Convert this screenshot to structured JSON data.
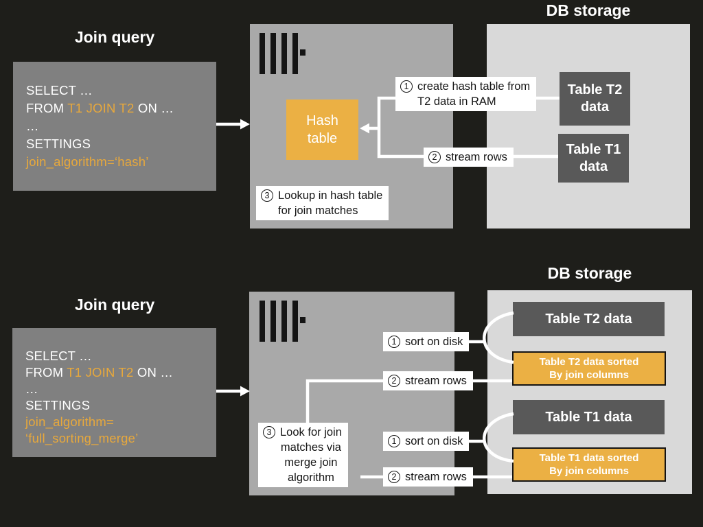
{
  "colors": {
    "background": "#1E1E1A",
    "query_box": "#808080",
    "server_box": "#A9A9A9",
    "db_storage_box": "#D9D9D9",
    "table_box": "#595959",
    "accent_orange": "#EBB044",
    "sql_accent": "#E7A83C",
    "connector": "#FFFFFF"
  },
  "icons": {
    "server_logo": "clickhouse-logo-icon"
  },
  "top": {
    "query_title": "Join query",
    "query": {
      "l1": "SELECT …",
      "l2pre": "FROM ",
      "l2acc": "T1 JOIN T2",
      "l2post": " ON …",
      "l3": "…",
      "l4": "SETTINGS",
      "l5": "join_algorithm=‘hash’"
    },
    "hash_table": {
      "line1": "Hash",
      "line2": "table"
    },
    "steps": {
      "create_hash": {
        "num": "1",
        "line1": "create hash table from",
        "line2": "T2 data in RAM"
      },
      "stream_rows": {
        "num": "2",
        "text": "stream rows"
      },
      "lookup": {
        "num": "3",
        "line1": "Lookup in hash table",
        "line2": "for join matches"
      }
    },
    "db": {
      "title": "DB storage",
      "t2_line1": "Table T2",
      "t2_line2": "data",
      "t1_line1": "Table T1",
      "t1_line2": "data"
    }
  },
  "bottom": {
    "query_title": "Join query",
    "query": {
      "l1": "SELECT …",
      "l2pre": "FROM ",
      "l2acc": "T1 JOIN T2",
      "l2post": " ON …",
      "l3": "…",
      "l4": "SETTINGS",
      "l5": "join_algorithm=",
      "l6": "‘full_sorting_merge’"
    },
    "steps": {
      "sort_t2": {
        "num": "1",
        "text": "sort on disk"
      },
      "stream_t2": {
        "num": "2",
        "text": "stream rows"
      },
      "merge": {
        "num": "3",
        "line1": "Look for join",
        "line2": "matches via",
        "line3": "merge join",
        "line4": "algorithm"
      },
      "sort_t1": {
        "num": "1",
        "text": "sort on disk"
      },
      "stream_t1": {
        "num": "2",
        "text": "stream rows"
      }
    },
    "db": {
      "title": "DB storage",
      "t2": "Table T2 data",
      "t2_sorted_line1": "Table T2 data sorted",
      "t2_sorted_line2": "By join columns",
      "t1": "Table T1 data",
      "t1_sorted_line1": "Table T1 data sorted",
      "t1_sorted_line2": "By join columns"
    }
  }
}
